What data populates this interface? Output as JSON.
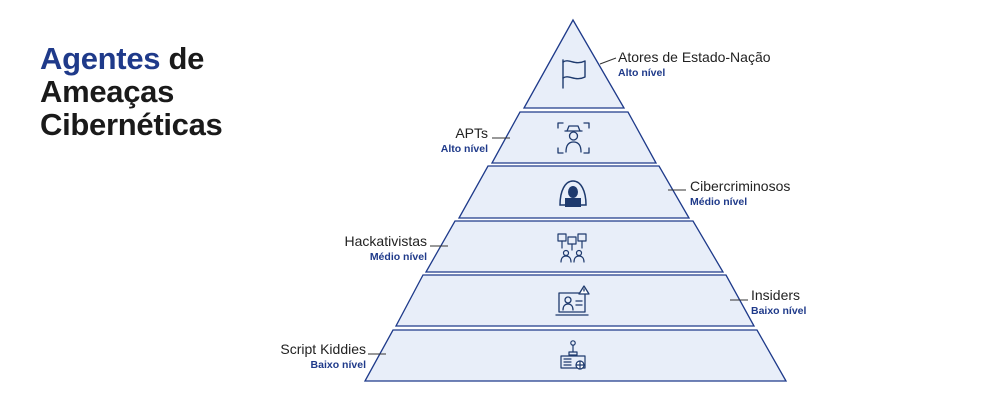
{
  "title": {
    "accent": "Agentes",
    "rest1": " de",
    "line2": "Ameaças",
    "line3": "Cibernéticas"
  },
  "tiers": [
    {
      "name": "Atores de Estado-Nação",
      "level": "Alto nível",
      "icon": "flag-icon",
      "side": "right"
    },
    {
      "name": "APTs",
      "level": "Alto nível",
      "icon": "spy-icon",
      "side": "left"
    },
    {
      "name": "Cibercriminosos",
      "level": "Médio nível",
      "icon": "hooded-hacker-icon",
      "side": "right"
    },
    {
      "name": "Hackativistas",
      "level": "Médio nível",
      "icon": "protesters-icon",
      "side": "left"
    },
    {
      "name": "Insiders",
      "level": "Baixo nível",
      "icon": "insider-computer-alert-icon",
      "side": "right"
    },
    {
      "name": "Script Kiddies",
      "level": "Baixo nível",
      "icon": "joystick-keyboard-icon",
      "side": "left"
    }
  ],
  "colors": {
    "accent": "#1f3a8a",
    "tier_fill": "#e8eef9",
    "tier_stroke": "#1e3a8a",
    "icon": "#1e3a6e"
  }
}
